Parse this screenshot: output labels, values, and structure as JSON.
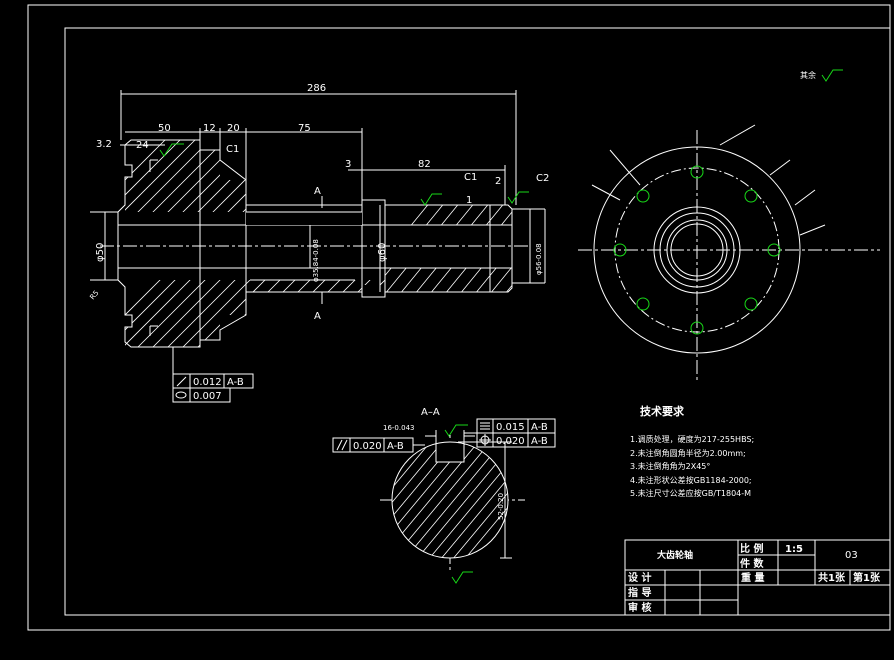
{
  "dimensions": {
    "overall_length": "286",
    "d50": "50",
    "d12": "12",
    "d20": "20",
    "d75": "75",
    "d3_2": "3.2",
    "d24": "24",
    "c1_left": "C1",
    "d3": "3",
    "d82": "82",
    "c1_right": "C1",
    "d2": "2",
    "d1": "1",
    "c2": "C2",
    "dia50": "φ50",
    "dia35_84": "φ35.84-0.08",
    "dia60": "φ60",
    "dia56": "φ56-0.08",
    "r5": "R5"
  },
  "section_marks": {
    "top": "A",
    "bottom": "A",
    "section_title": "A–A"
  },
  "tolerances": {
    "runout_value": "0.012",
    "runout_ref": "A-B",
    "cyl_value": "0.007",
    "sym_value": "0.015",
    "sym_ref": "A-B",
    "pos_value": "0.020",
    "pos_ref": "A-B",
    "par_value": "0.020",
    "par_ref": "A-B"
  },
  "section_dims": {
    "keyway": "16-0.043",
    "depth": "52-0.20"
  },
  "roughness": {
    "rest_label": "其余"
  },
  "tech": {
    "title": "技术要求",
    "items": [
      "1.调质处理，硬度为217-255HBS;",
      "2.未注倒角圆角半径为2.00mm;",
      "3.未注倒角角为2X45°",
      "4.未注形状公差按GB1184-2000;",
      "5.未注尺寸公差应按GB/T1804-M"
    ]
  },
  "title_block": {
    "part_name": "大齿轮轴",
    "scale_label": "比 例",
    "scale_value": "1:5",
    "qty_label": "件 数",
    "drawing_no": "03",
    "design_label": "设 计",
    "weight_label": "重 量",
    "sheets": "共1张",
    "sheet_no": "第1张",
    "guide_label": "指 导",
    "review_label": "审 核"
  },
  "colors": {
    "background": "#000000",
    "lines": "#ffffff",
    "roughness": "#18d818"
  }
}
